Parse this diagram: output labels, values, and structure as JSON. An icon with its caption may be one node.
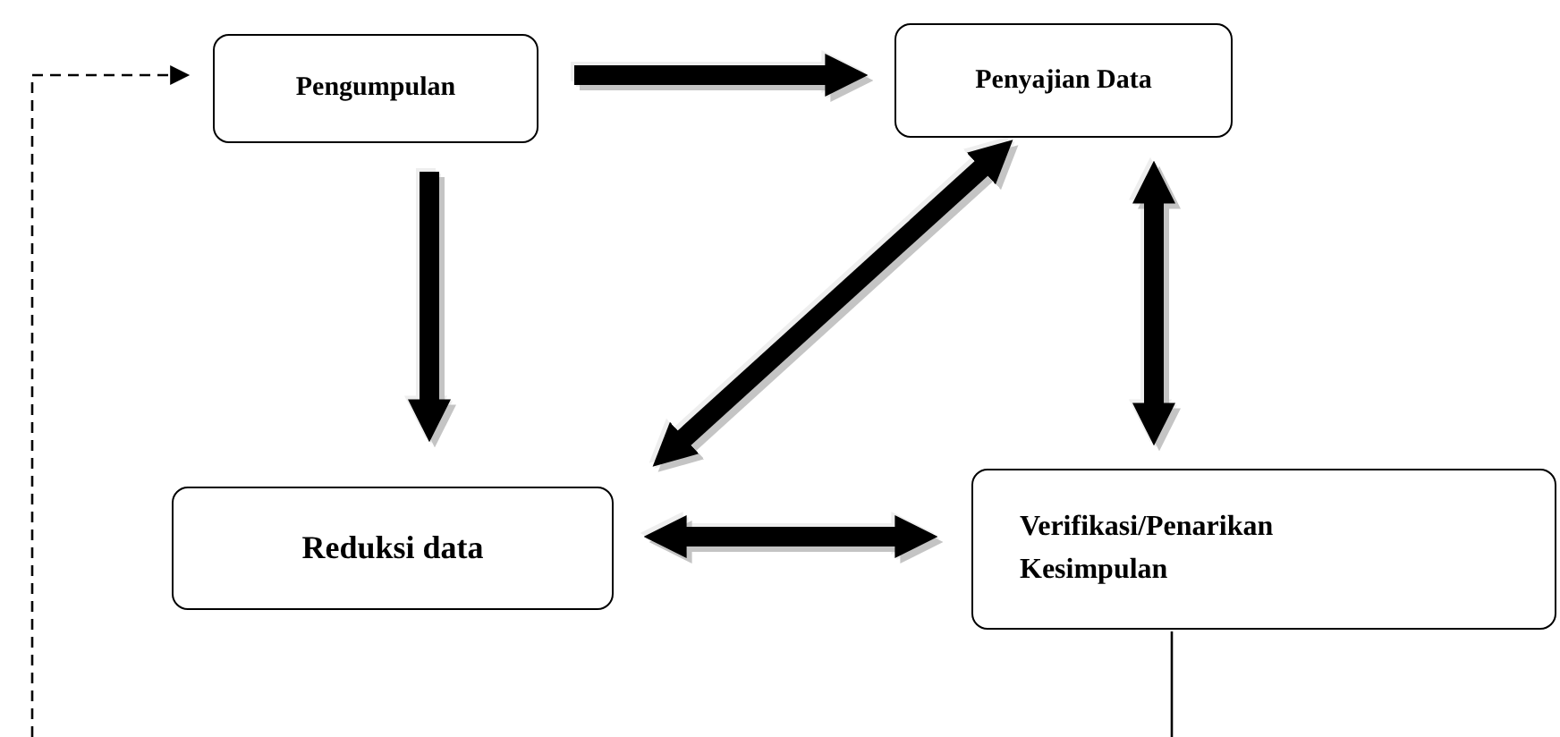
{
  "diagram": {
    "nodes": [
      {
        "text": [
          "Pengumpulan"
        ]
      },
      {
        "text": [
          "Penyajian Data"
        ]
      },
      {
        "text": [
          "Reduksi data"
        ]
      },
      {
        "text": [
          "Verifikasi/Penarikan Kesimpulan"
        ]
      }
    ],
    "edges": [
      {
        "from": 0,
        "to": 1,
        "arrow": "to"
      },
      {
        "from": 0,
        "to": 2,
        "arrow": "to"
      },
      {
        "from": 1,
        "to": 2,
        "arrow": "both"
      },
      {
        "from": 1,
        "to": 3,
        "arrow": "both"
      },
      {
        "from": 2,
        "to": 3,
        "arrow": "both"
      },
      {
        "from": 3,
        "to": null,
        "arrow": "none"
      },
      {
        "from": null,
        "to": 0,
        "arrow": "to",
        "style": "dashed"
      }
    ]
  }
}
